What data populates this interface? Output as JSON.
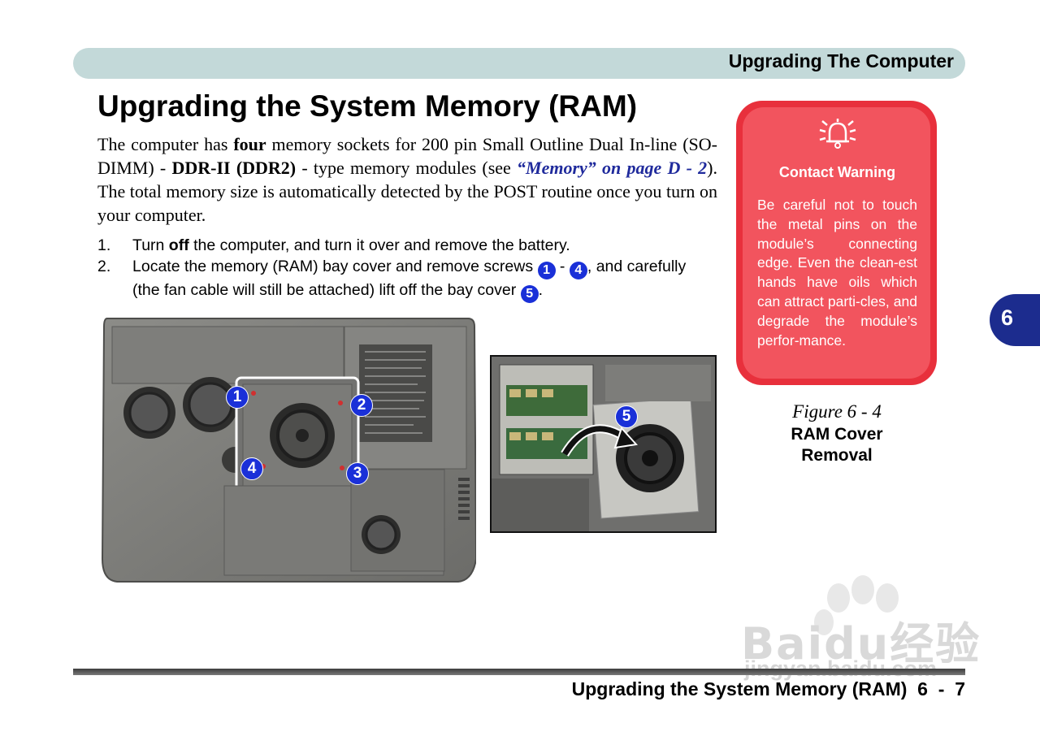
{
  "header": {
    "title": "Upgrading The Computer"
  },
  "page_title": "Upgrading the System Memory (RAM)",
  "intro": {
    "p1": "The computer has ",
    "bold1": "four",
    "p2": " memory sockets for 200 pin Small Outline Dual In-line (SO-DIMM) - ",
    "bold2": "DDR-II (DDR2)",
    "p3": " - type memory modules (see ",
    "ref": "“Memory” on page D - 2",
    "p4": "). The total memory size is automatically detected by the POST routine once you turn on your computer."
  },
  "steps": [
    {
      "num": "1.",
      "pre": "Turn ",
      "bold": "off",
      "post": " the computer, and turn it over and remove the battery."
    },
    {
      "num": "2.",
      "pre": "Locate the memory (RAM) bay cover and remove screws ",
      "b1": "1",
      "mid": " - ",
      "b2": "4",
      "mid2": ", and carefully (the fan cable will still be attached) lift off the bay cover ",
      "b3": "5",
      "post": "."
    }
  ],
  "figure_badges": {
    "b1": "1",
    "b2": "2",
    "b3": "3",
    "b4": "4",
    "b5": "5"
  },
  "warning": {
    "title": "Contact Warning",
    "text": "Be careful not to touch the metal pins on the module’s connecting edge. Even the clean-est hands have oils which can attract parti-cles, and degrade the module’s perfor-mance."
  },
  "caption": {
    "number": "Figure 6 - 4",
    "title": "RAM Cover Removal"
  },
  "chapter": "6",
  "footer": {
    "text": "Upgrading the System Memory (RAM)  6  -  7"
  },
  "watermark": {
    "main": "Baidu经验",
    "sub": "jingyan.baidu.com"
  },
  "colors": {
    "header_bar": "#c3d9d9",
    "warning": "#e8303c",
    "badge": "#1a30d8",
    "chapter_tab": "#1c2c8e"
  }
}
